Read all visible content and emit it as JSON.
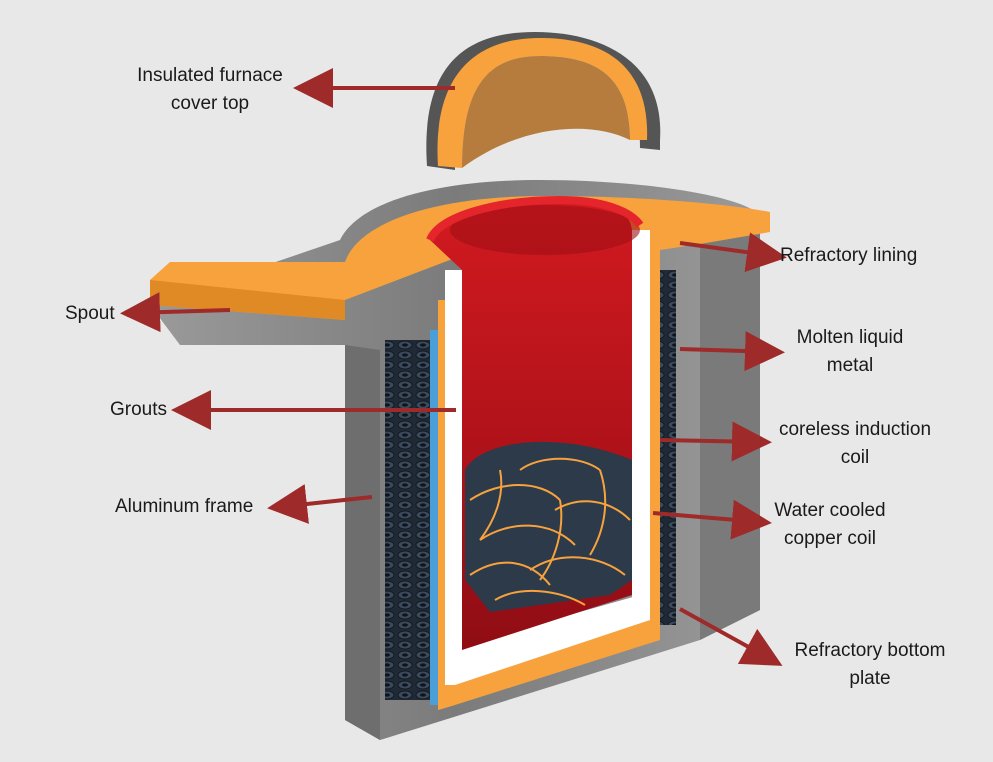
{
  "colors": {
    "background": "#e8e8e8",
    "arrow": "#9e2a2a",
    "frame_grey": "#8d8d8d",
    "refractory_orange": "#f7a23d",
    "molten_red": "#c4161c",
    "coil_blue": "#4a9fd8",
    "coil_dark": "#2c3a4a",
    "grout_white": "#ffffff"
  },
  "labels": {
    "cover": {
      "line1": "Insulated furnace",
      "line2": "cover top"
    },
    "lining": {
      "line1": "Refractory lining"
    },
    "spout": {
      "line1": "Spout"
    },
    "molten": {
      "line1": "Molten liquid",
      "line2": "metal"
    },
    "grouts": {
      "line1": "Grouts"
    },
    "coreless": {
      "line1": "coreless induction",
      "line2": "coil"
    },
    "frame": {
      "line1": "Aluminum frame"
    },
    "water": {
      "line1": "Water cooled",
      "line2": "copper coil"
    },
    "bottom": {
      "line1": "Refractory bottom",
      "line2": "plate"
    }
  }
}
